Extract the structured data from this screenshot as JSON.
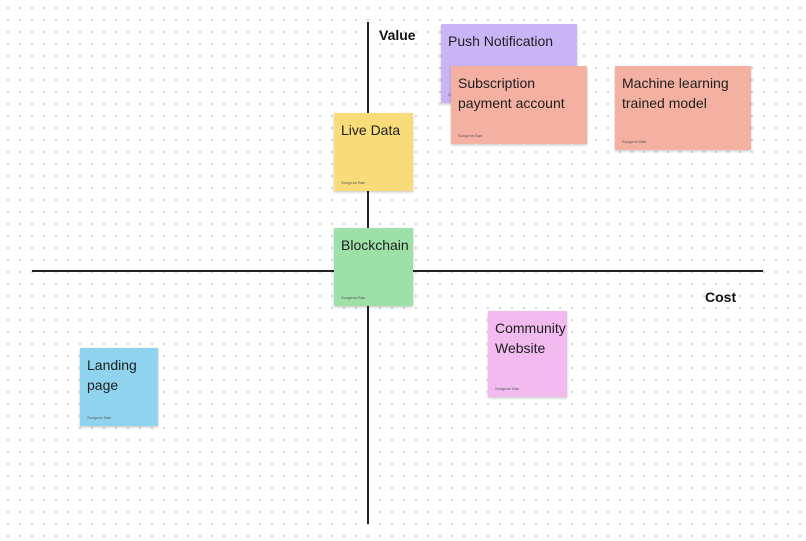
{
  "axes": {
    "y_label": "Value",
    "x_label": "Cost"
  },
  "notes": [
    {
      "id": "push",
      "text": "Push Notification",
      "author": "Sungeon Bae",
      "color": "#c9b4f5"
    },
    {
      "id": "subscription",
      "text": "Subscription payment account",
      "author": "Sungeon Bae",
      "color": "#f4b1a1"
    },
    {
      "id": "ml",
      "text": "Machine learning trained model",
      "author": "Sungeon Bae",
      "color": "#f4b1a1"
    },
    {
      "id": "live",
      "text": "Live Data",
      "author": "Sungeon Bae",
      "color": "#f8dc79"
    },
    {
      "id": "blockchain",
      "text": "Blockchain",
      "author": "Sungeon Bae",
      "color": "#9de1a8"
    },
    {
      "id": "landing",
      "text": "Landing page",
      "author": "Sungeon Bae",
      "color": "#8fd3ef"
    },
    {
      "id": "community",
      "text": "Community Website",
      "author": "Sungeon Bae",
      "color": "#f2bbef"
    }
  ]
}
